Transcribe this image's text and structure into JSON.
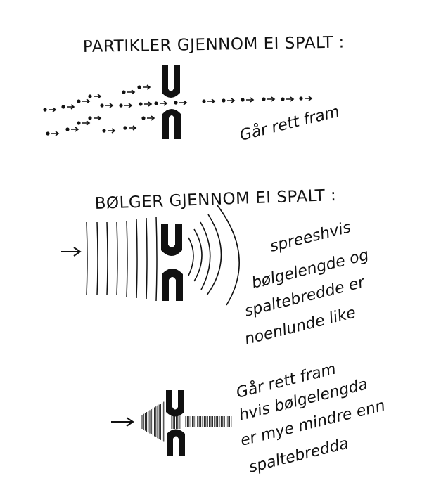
{
  "colors": {
    "ink": "#111111",
    "background": "#ffffff"
  },
  "section1": {
    "title": "PARTIKLER GJENNOM EI SPALT :",
    "note": "Går rett fram"
  },
  "section2": {
    "title": "BØLGER GJENNOM EI SPALT :",
    "note_lines": [
      "spreeshvis",
      "bølgelengde og",
      "spaltebredde er",
      "noenlunde like"
    ]
  },
  "section3": {
    "note_lines": [
      "Går rett fram",
      "hvis bølgelengda",
      "er mye mindre enn",
      "spaltebredda"
    ]
  }
}
